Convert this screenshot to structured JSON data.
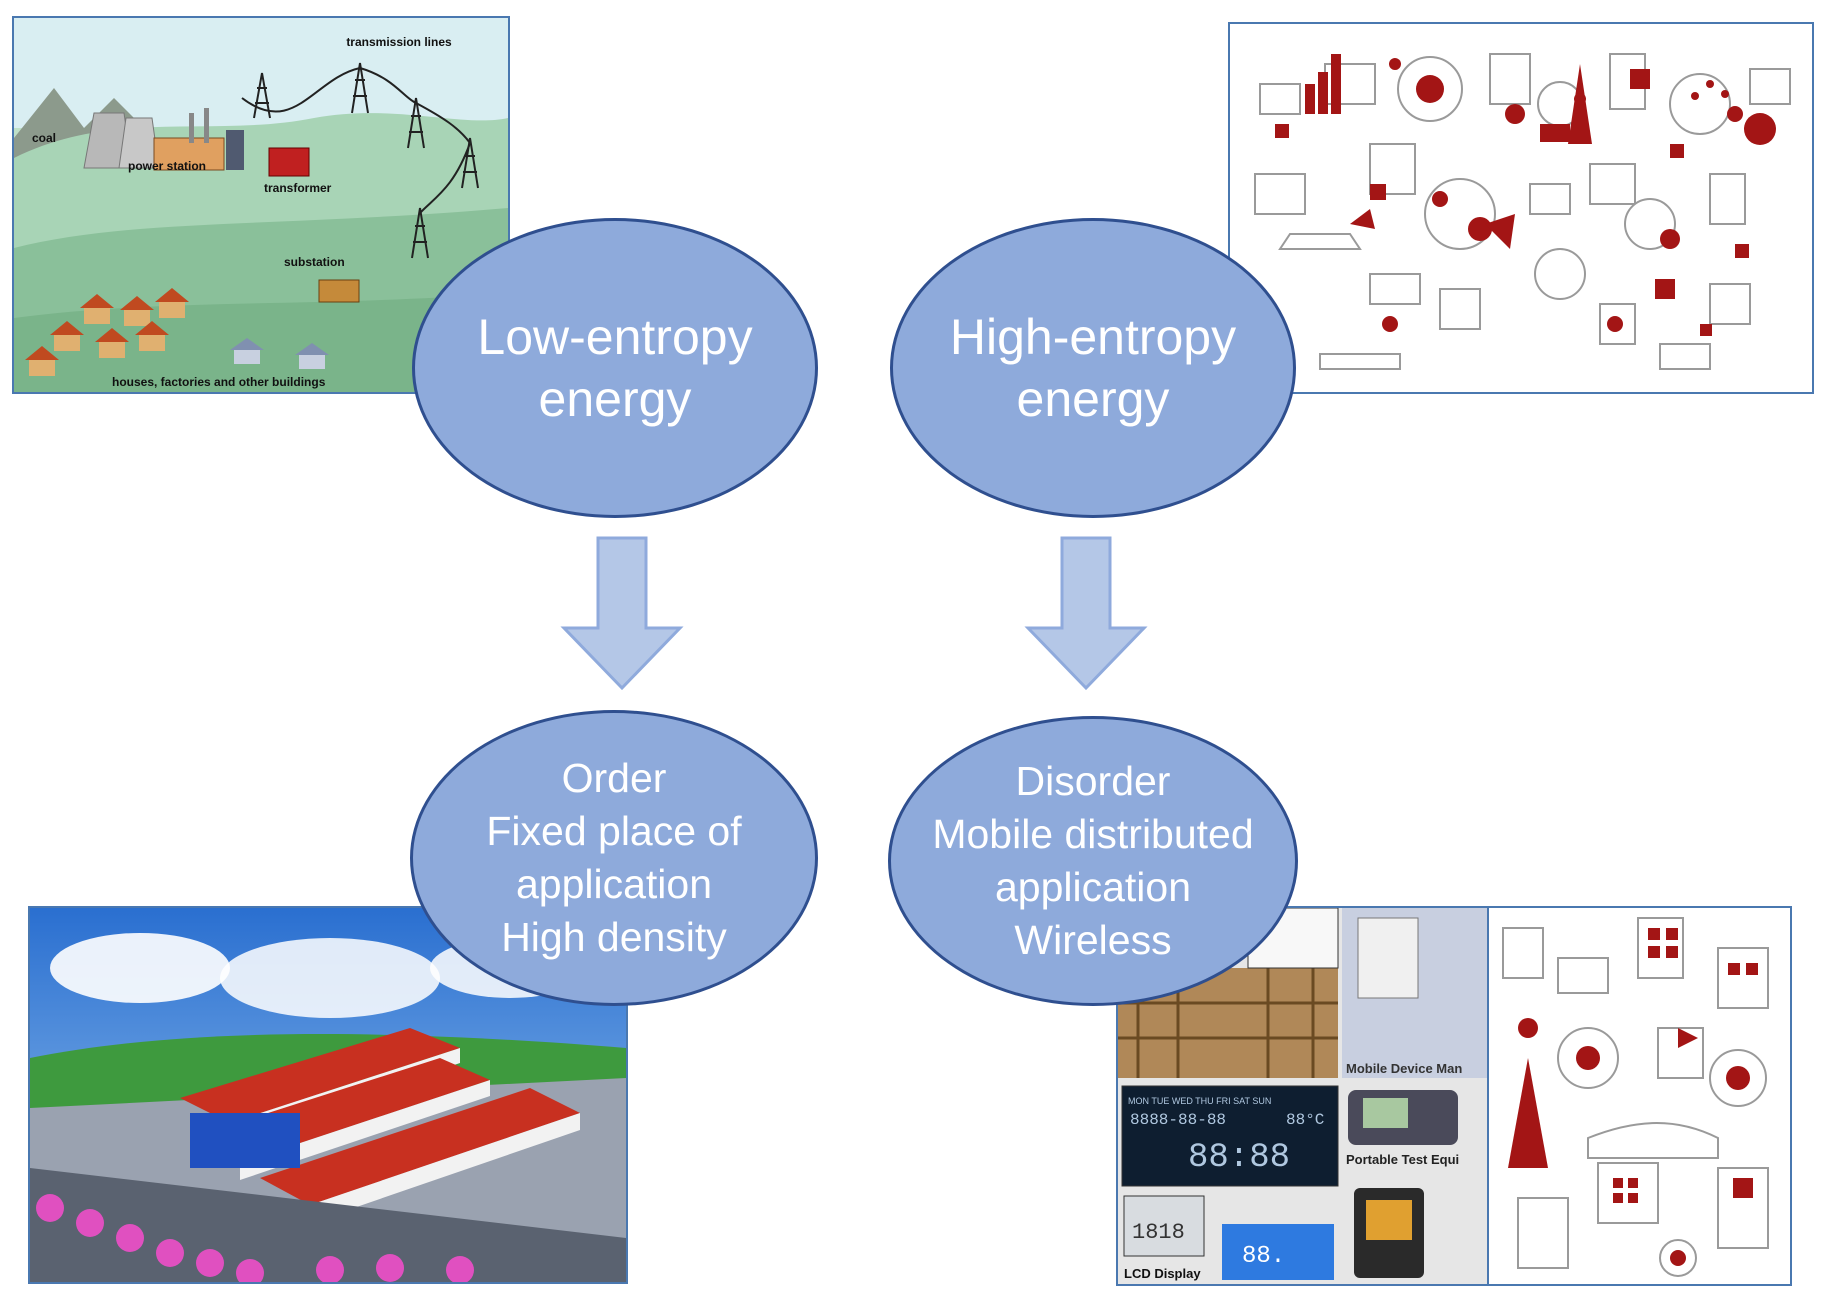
{
  "nodes": {
    "low_entropy": {
      "lines": [
        "Low-entropy",
        "energy"
      ]
    },
    "high_entropy": {
      "lines": [
        "High-entropy",
        "energy"
      ]
    },
    "order": {
      "lines": [
        "Order",
        "Fixed place of",
        "application",
        "High density"
      ]
    },
    "disorder": {
      "lines": [
        "Disorder",
        "Mobile distributed",
        "application",
        "Wireless"
      ]
    }
  },
  "images": {
    "power_grid": {
      "labels": {
        "transmission_lines": "transmission lines",
        "coal": "coal",
        "power_station": "power station",
        "transformer": "transformer",
        "substation": "substation",
        "buildings": "houses, factories and other buildings"
      }
    },
    "mobile_devices": {
      "labels": {
        "mobile_device": "Mobile Device Man",
        "portable_test": "Portable Test Equi",
        "lcd_display": "LCD Display",
        "clock": "88:88",
        "date": "8888-88-88",
        "temp": "88°C",
        "lcd_small": "1818",
        "lcd_blue": "88.",
        "weekdays": "MON TUE WED THU FRI SAT SUN"
      }
    }
  },
  "colors": {
    "ellipse_fill": "#8eaadb",
    "ellipse_border": "#2f4f8f",
    "arrow_fill": "#b4c7e7",
    "arrow_border": "#8faadc",
    "icon_red": "#a31515"
  }
}
